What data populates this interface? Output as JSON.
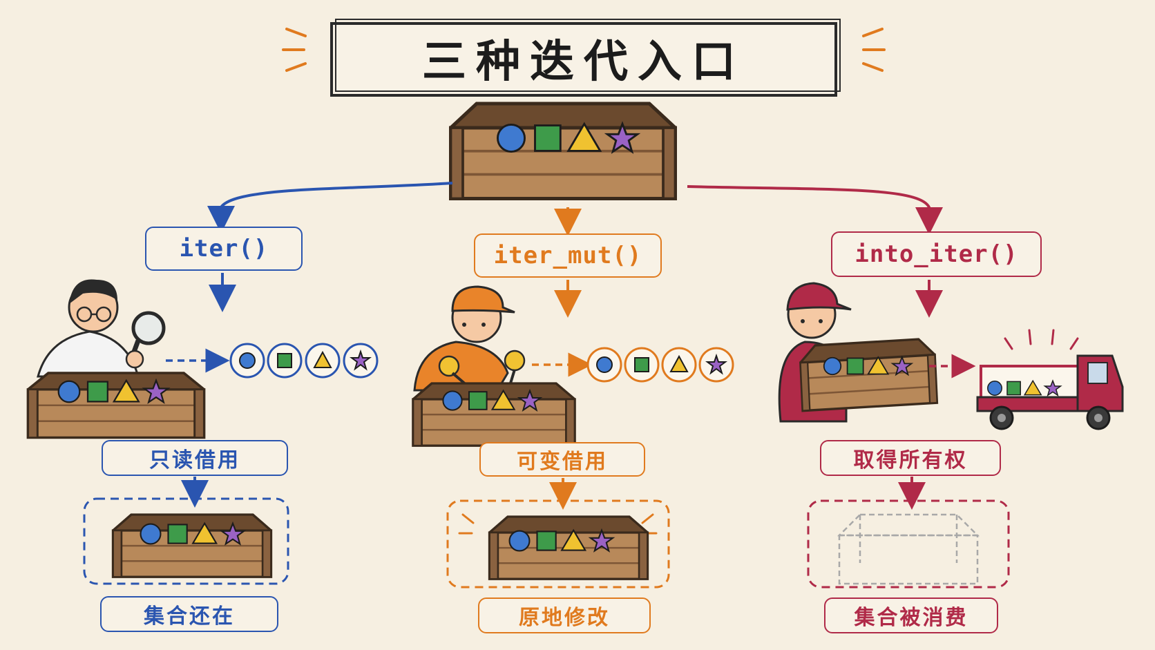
{
  "title": "三种迭代入口",
  "colors": {
    "blue": "#2a55b0",
    "orange": "#e07a1e",
    "red": "#b02a48",
    "crate": "#a0744a",
    "background": "#f6efe1"
  },
  "columns": [
    {
      "method": "iter()",
      "mode": "只读借用",
      "result": "集合还在",
      "color": "blue",
      "actor_icon": "scientist-with-magnifier-icon"
    },
    {
      "method": "iter_mut()",
      "mode": "可变借用",
      "result": "原地修改",
      "color": "orange",
      "actor_icon": "worker-with-tools-icon"
    },
    {
      "method": "into_iter()",
      "mode": "取得所有权",
      "result": "集合被消费",
      "color": "red",
      "actor_icon": "delivery-person-with-truck-icon"
    }
  ],
  "items": [
    "circle",
    "square",
    "triangle",
    "star"
  ]
}
